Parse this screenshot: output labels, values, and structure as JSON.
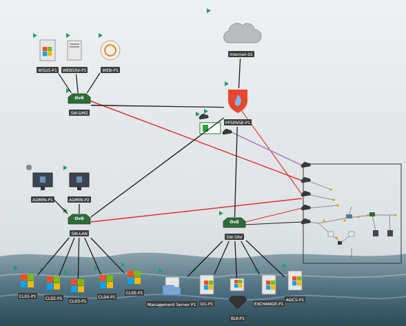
{
  "diagram": {
    "nodes": [
      {
        "text": [
          "Internet-01"
        ]
      },
      {
        "text": [
          "PFSENSE-P1"
        ]
      },
      {
        "text": [
          "WSUS-P1"
        ]
      },
      {
        "text": [
          "WEBSRV-P1"
        ]
      },
      {
        "text": [
          "WEB-P1"
        ]
      },
      {
        "text": [
          "SW-DMZ"
        ]
      },
      {
        "text": [
          "ADMIN-P1"
        ]
      },
      {
        "text": [
          "ADMIN-P2"
        ]
      },
      {
        "text": [
          "SW-LAN"
        ]
      },
      {
        "text": [
          "CL01-P1"
        ]
      },
      {
        "text": [
          "CL02-P1"
        ]
      },
      {
        "text": [
          "CL03-P1"
        ]
      },
      {
        "text": [
          "CL04-P1"
        ]
      },
      {
        "text": [
          "CL05-P1"
        ]
      },
      {
        "text": [
          "SW-SRV"
        ]
      },
      {
        "text": [
          "Management Server P1"
        ]
      },
      {
        "text": [
          "DC-P1"
        ]
      },
      {
        "text": [
          "ELK-P1"
        ]
      },
      {
        "text": [
          "EXCHANGE-P1"
        ]
      },
      {
        "text": [
          "ADCS-P1"
        ]
      }
    ],
    "edges": [
      {
        "from": 0,
        "to": 1,
        "arrow": "none"
      },
      {
        "from": 1,
        "to": 5,
        "arrow": "none"
      },
      {
        "from": 1,
        "to": 8,
        "arrow": "none"
      },
      {
        "from": 1,
        "to": 14,
        "arrow": "none"
      },
      {
        "from": 5,
        "to": 2,
        "arrow": "none"
      },
      {
        "from": 5,
        "to": 3,
        "arrow": "none"
      },
      {
        "from": 5,
        "to": 4,
        "arrow": "none"
      },
      {
        "from": 8,
        "to": 6,
        "arrow": "none"
      },
      {
        "from": 8,
        "to": 7,
        "arrow": "none"
      },
      {
        "from": 8,
        "to": 9,
        "arrow": "none"
      },
      {
        "from": 8,
        "to": 10,
        "arrow": "none"
      },
      {
        "from": 8,
        "to": 11,
        "arrow": "none"
      },
      {
        "from": 8,
        "to": 12,
        "arrow": "none"
      },
      {
        "from": 8,
        "to": 13,
        "arrow": "none"
      },
      {
        "from": 14,
        "to": 15,
        "arrow": "none"
      },
      {
        "from": 14,
        "to": 16,
        "arrow": "none"
      },
      {
        "from": 14,
        "to": 17,
        "arrow": "none"
      },
      {
        "from": 14,
        "to": 18,
        "arrow": "none"
      },
      {
        "from": 14,
        "to": 19,
        "arrow": "none"
      }
    ],
    "labels": [
      "OvS",
      "OvS",
      "OvS"
    ]
  }
}
